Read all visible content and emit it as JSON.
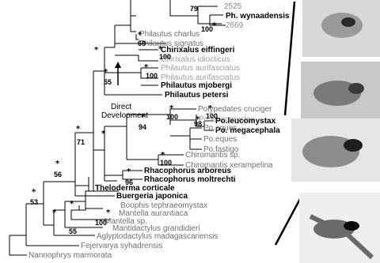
{
  "taxa": [
    {
      "key": "t2525",
      "label": "2525",
      "color": "#8a8a8a"
    },
    {
      "key": "wynaad",
      "label": "Ph. wynaadensis",
      "color": "#000000"
    },
    {
      "key": "t2669",
      "label": "2669",
      "color": "#8a8a8a"
    },
    {
      "key": "charlus",
      "label": "Philautus charlus",
      "color": "#6f6f6f"
    },
    {
      "key": "signatus",
      "label": "Philautus signatus",
      "color": "#6f6f6f"
    },
    {
      "key": "eiffingeri",
      "label": "Chirixalus eiffingeri",
      "color": "#000000"
    },
    {
      "key": "idiocticus",
      "label": "Chirixalus idiocticus",
      "color": "#a0a0a0"
    },
    {
      "key": "aurif1",
      "label": "Philautus aurifasciatus",
      "color": "#a0a0a0"
    },
    {
      "key": "aurif2",
      "label": "Philautus aurifasciatus",
      "color": "#a0a0a0"
    },
    {
      "key": "mjobergi",
      "label": "Philautus mjobergi",
      "color": "#000000"
    },
    {
      "key": "petersi",
      "label": "Philautus petersi",
      "color": "#000000"
    },
    {
      "key": "cruciger",
      "label": "Polypedates cruciger",
      "color": "#6f6f6f"
    },
    {
      "key": "leuco1",
      "label": "Po.leucomystax",
      "color": "#a0a0a0"
    },
    {
      "key": "leuco2",
      "label": "Po.leucomystax",
      "color": "#000000"
    },
    {
      "key": "megace",
      "label": "Po. megacephala",
      "color": "#000000"
    },
    {
      "key": "eques1",
      "label": "Po.eques",
      "color": "#6f6f6f"
    },
    {
      "key": "eques2",
      "label": "Po.eques",
      "color": "#6f6f6f"
    },
    {
      "key": "fastigo",
      "label": "Po.fastigo",
      "color": "#6f6f6f"
    },
    {
      "key": "chirosp",
      "label": "Chiromantis sp.",
      "color": "#6f6f6f"
    },
    {
      "key": "xeramp",
      "label": "Chiromantis xerampelina",
      "color": "#6f6f6f"
    },
    {
      "key": "arboreus",
      "label": "Rhacophorus arboreus",
      "color": "#000000"
    },
    {
      "key": "moltrechti",
      "label": "Rhacophorus moltrechti",
      "color": "#000000"
    },
    {
      "key": "corticale",
      "label": "Theloderma  corticale",
      "color": "#000000"
    },
    {
      "key": "buergeria",
      "label": "Buergeria japonica",
      "color": "#000000"
    },
    {
      "key": "boophis",
      "label": "Boophis tephraeomystax",
      "color": "#6f6f6f"
    },
    {
      "key": "aurantiaca",
      "label": "Mantella aurantiaca",
      "color": "#6f6f6f"
    },
    {
      "key": "mantellasp",
      "label": "Mantella sp.",
      "color": "#6f6f6f"
    },
    {
      "key": "grandidieri",
      "label": "Mantidactylus grandidieri",
      "color": "#6f6f6f"
    },
    {
      "key": "aglypto",
      "label": "Aglyptodactylus madagascariensis",
      "color": "#6f6f6f"
    },
    {
      "key": "fejervarya",
      "label": "Fejervarya syhadrensis",
      "color": "#6f6f6f"
    },
    {
      "key": "nannophrys",
      "label": "Nannophrys marmorata",
      "color": "#6f6f6f"
    }
  ],
  "support": {
    "s79": "79",
    "s100_wyn": "100",
    "s60": "60",
    "s100_chir": "100",
    "s100_aur": "100",
    "s55_pet": "55",
    "s100_poly": "100",
    "s100_leu": "100",
    "s98": "98",
    "s94": "94",
    "s100_chiro": "100",
    "s96": "96",
    "s71": "71",
    "s56": "56",
    "s53": "53",
    "s100_mant": "100",
    "s55_mant": "55"
  },
  "star_symbol": "*",
  "annotation": {
    "line1": "Direct",
    "line2": "Development"
  },
  "photos": [
    {
      "name": "frog-photo-wynaadensis",
      "colors": [
        "#2a2a2a",
        "#9a9a9a",
        "#d8d8d8"
      ]
    },
    {
      "name": "frog-photo-mjobergi",
      "colors": [
        "#3a3a3a",
        "#7a7a7a",
        "#c8c8c8"
      ]
    },
    {
      "name": "frog-photo-leucomystax",
      "colors": [
        "#1e1e1e",
        "#8c8c8c",
        "#e6e6e6"
      ]
    },
    {
      "name": "frog-photo-rhacophorus",
      "colors": [
        "#0a0a0a",
        "#6a6a6a",
        "#eeeeee"
      ]
    }
  ]
}
